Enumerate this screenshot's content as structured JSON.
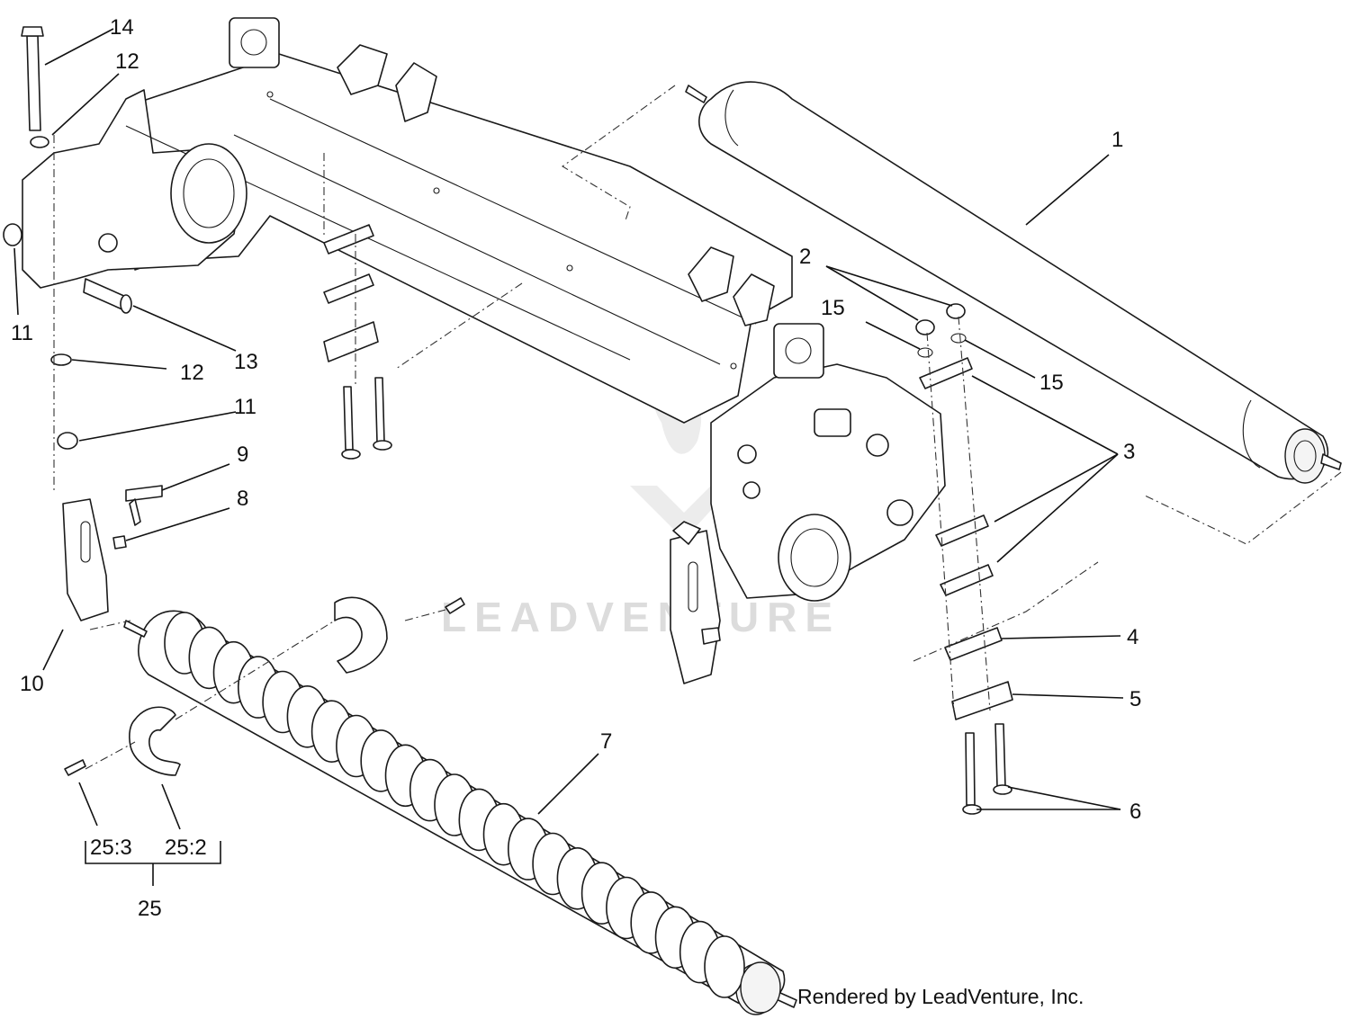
{
  "diagram": {
    "callouts": {
      "c1": "1",
      "c2": "2",
      "c3": "3",
      "c4": "4",
      "c5": "5",
      "c6": "6",
      "c7": "7",
      "c8": "8",
      "c9": "9",
      "c10": "10",
      "c11a": "11",
      "c11b": "11",
      "c12a": "12",
      "c12b": "12",
      "c13": "13",
      "c14": "14",
      "c15a": "15",
      "c15b": "15",
      "c25_3": "25:3",
      "c25_2": "25:2",
      "c25": "25"
    },
    "watermark": "LEADVENTURE",
    "credit": "Rendered by LeadVenture, Inc."
  }
}
